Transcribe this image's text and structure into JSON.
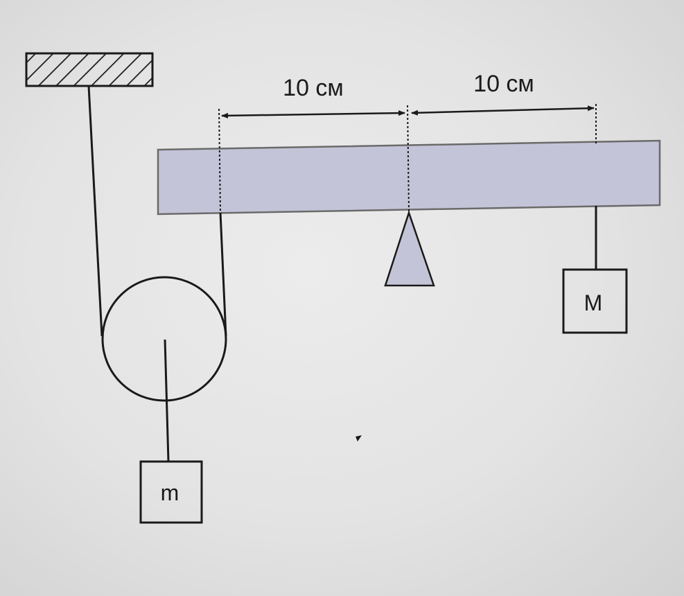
{
  "dimensions": {
    "left_distance": "10 см",
    "right_distance": "10 см"
  },
  "masses": {
    "left_mass": "m",
    "right_mass": "M"
  },
  "colors": {
    "lever": "#c4c4d8",
    "fulcrum": "#c4c4d8",
    "line": "#1a1a1a"
  }
}
